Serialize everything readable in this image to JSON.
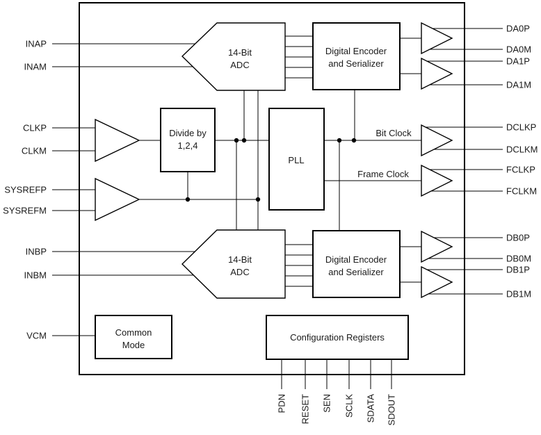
{
  "blocks": {
    "adc_a": {
      "lines": [
        "14-Bit",
        "ADC"
      ]
    },
    "encoder_a": {
      "lines": [
        "Digital Encoder",
        "and Serializer"
      ]
    },
    "adc_b": {
      "lines": [
        "14-Bit",
        "ADC"
      ]
    },
    "encoder_b": {
      "lines": [
        "Digital Encoder",
        "and Serializer"
      ]
    },
    "clock_divider": {
      "lines": [
        "Divide by",
        "1,2,4"
      ]
    },
    "pll": {
      "label": "PLL"
    },
    "common_mode": {
      "lines": [
        "Common",
        "Mode"
      ]
    },
    "config_registers": {
      "label": "Configuration Registers"
    }
  },
  "wire_labels": {
    "bit_clock": "Bit Clock",
    "frame_clock": "Frame Clock"
  },
  "pins": {
    "left": [
      "INAP",
      "INAM",
      "CLKP",
      "CLKM",
      "SYSREFP",
      "SYSREFM",
      "INBP",
      "INBM",
      "VCM"
    ],
    "right": [
      "DA0P",
      "DA0M",
      "DA1P",
      "DA1M",
      "DCLKP",
      "DCLKM",
      "FCLKP",
      "FCLKM",
      "DB0P",
      "DB0M",
      "DB1P",
      "DB1M"
    ],
    "bottom": [
      "PDN",
      "RESET",
      "SEN",
      "SCLK",
      "SDATA",
      "SDOUT"
    ]
  },
  "colors": {
    "background": "#ffffff",
    "line": "#000000",
    "text": "#1a1a1a"
  }
}
